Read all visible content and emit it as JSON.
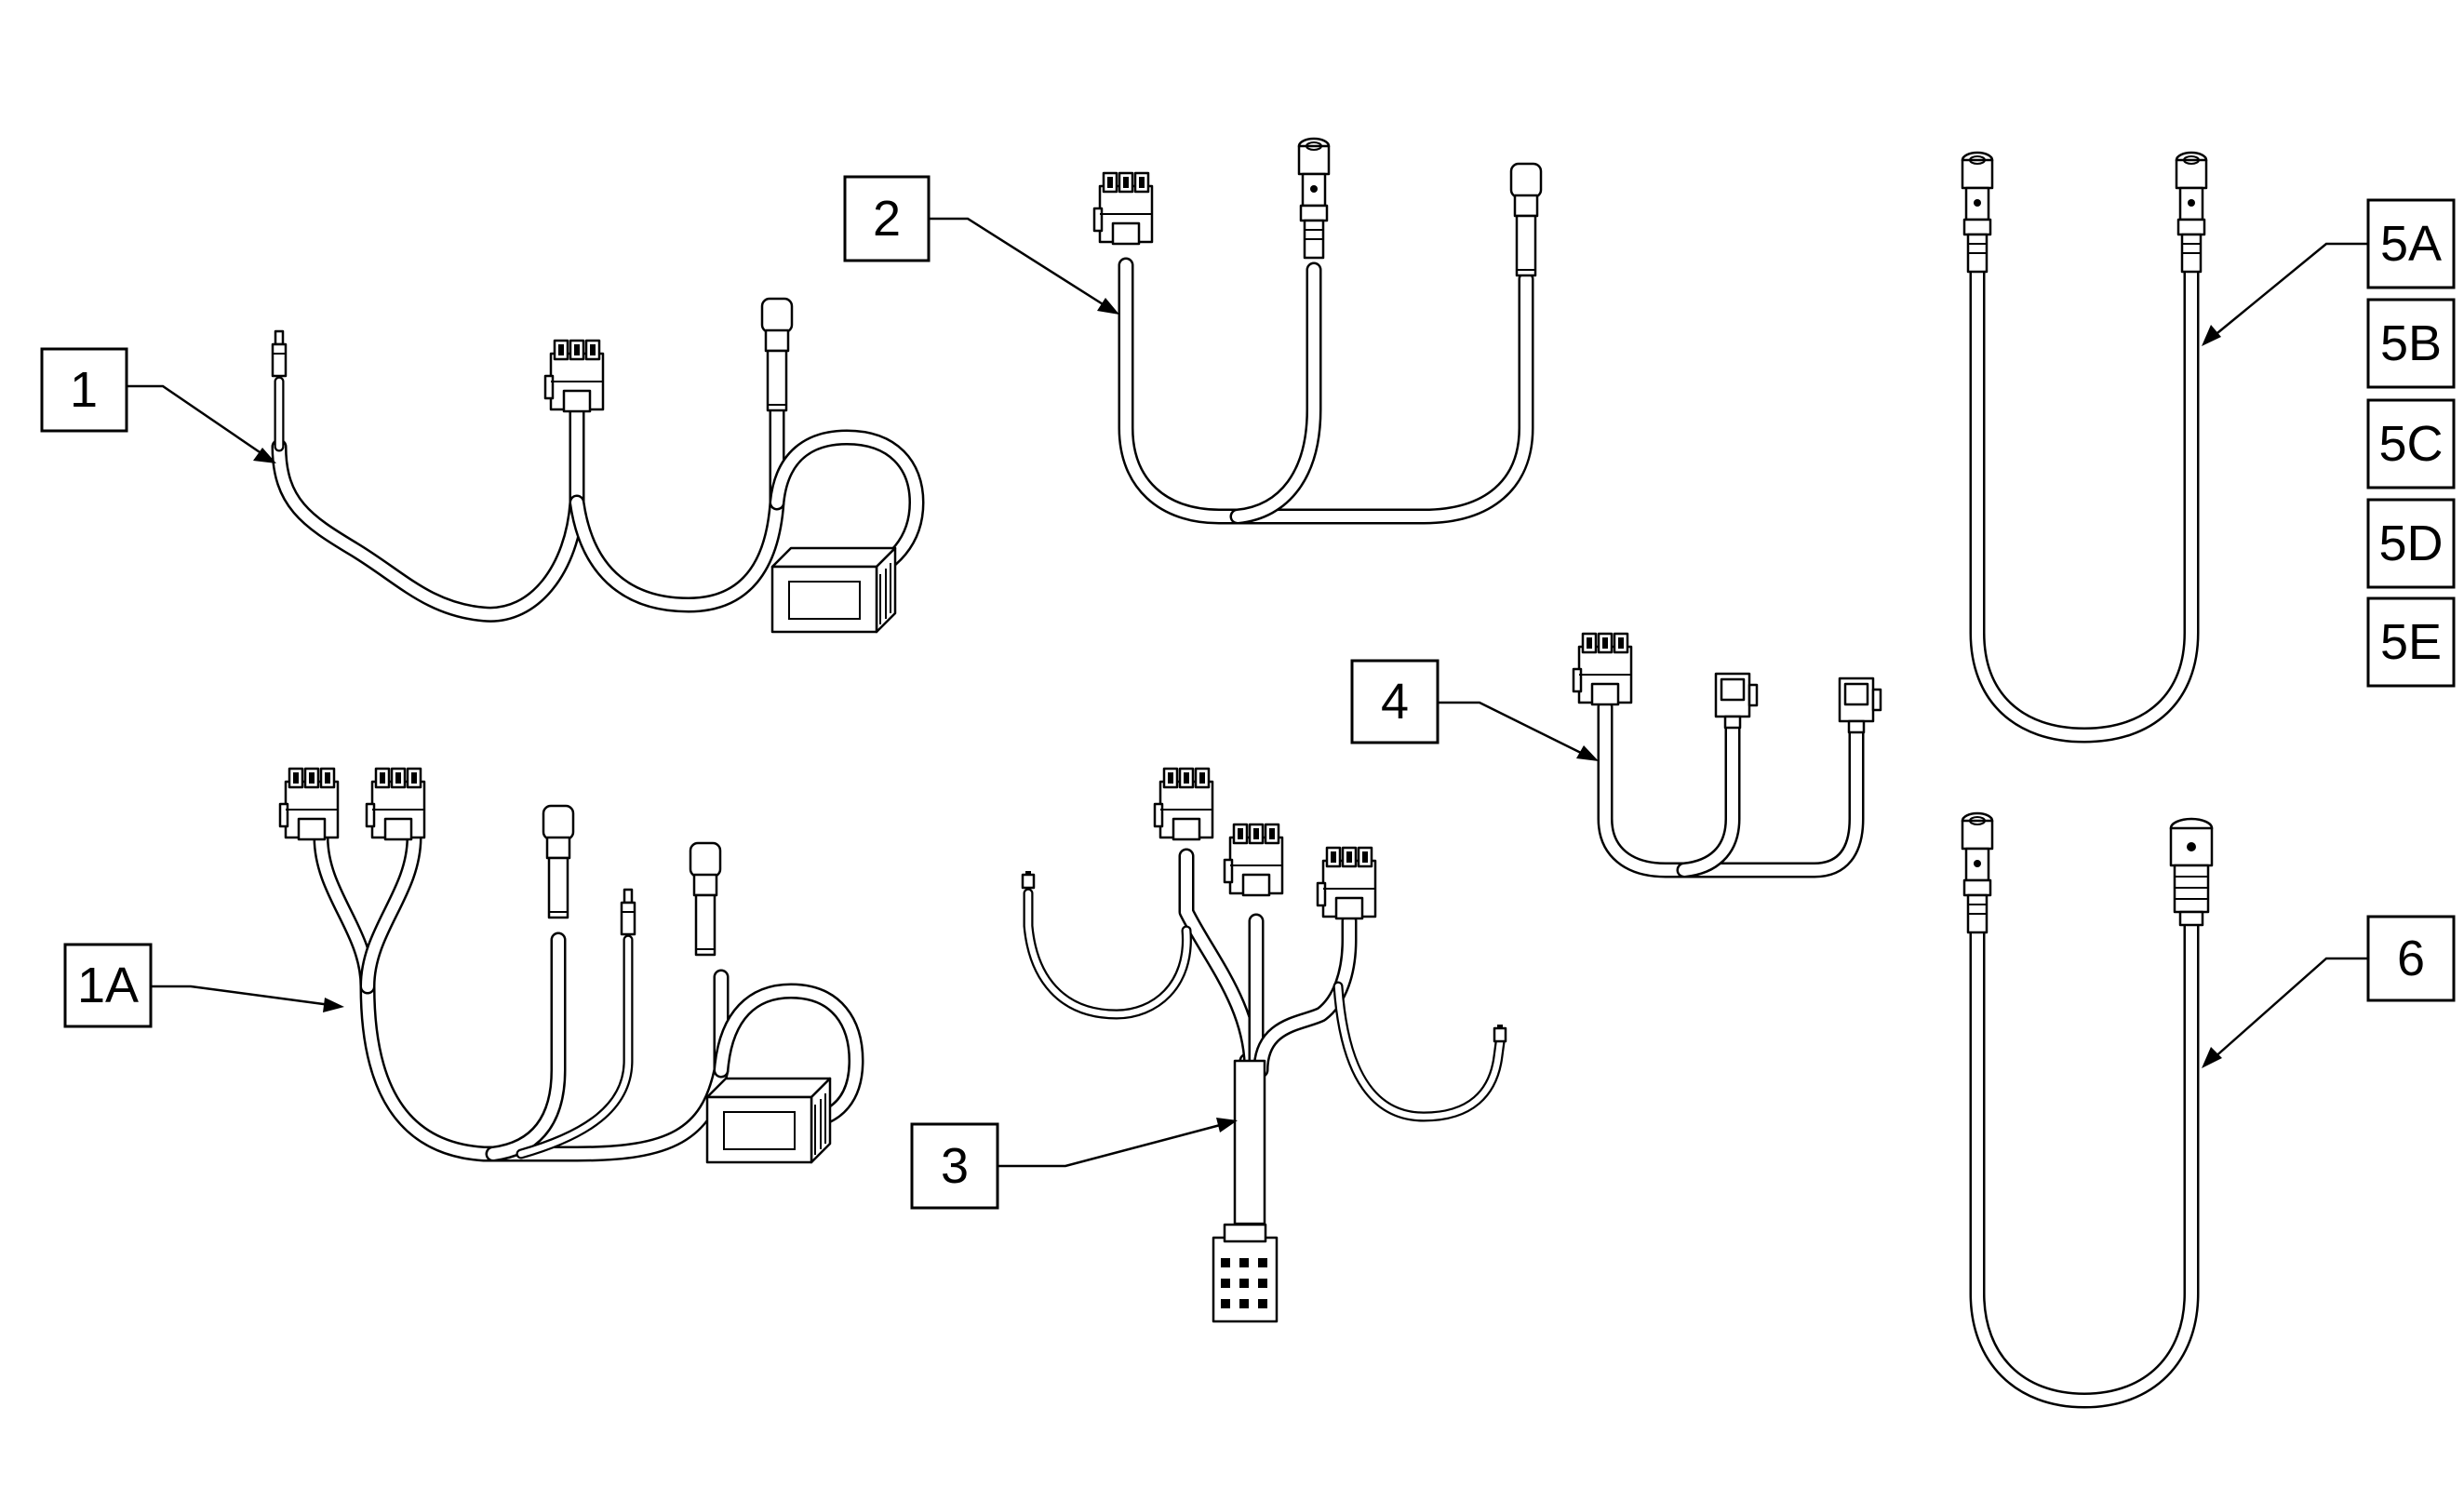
{
  "callouts": [
    {
      "id": "1",
      "label": "1"
    },
    {
      "id": "1A",
      "label": "1A"
    },
    {
      "id": "2",
      "label": "2"
    },
    {
      "id": "3",
      "label": "3"
    },
    {
      "id": "4",
      "label": "4"
    },
    {
      "id": "5A",
      "label": "5A"
    },
    {
      "id": "5B",
      "label": "5B"
    },
    {
      "id": "5C",
      "label": "5C"
    },
    {
      "id": "5D",
      "label": "5D"
    },
    {
      "id": "5E",
      "label": "5E"
    },
    {
      "id": "6",
      "label": "6"
    }
  ],
  "colors": {
    "line": "#000000",
    "background": "#ffffff"
  }
}
